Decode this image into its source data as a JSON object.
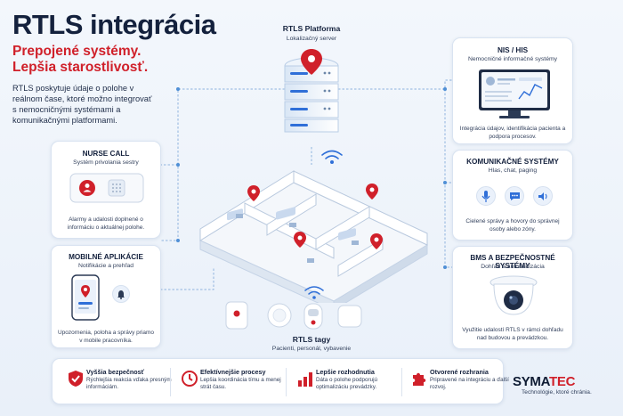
{
  "title": "RTLS integrácia",
  "subtitle1": "Prepojené systémy.",
  "subtitle2": "Lepšia starostlivosť.",
  "intro": "RTLS poskytuje údaje o polohe v reálnom čase, ktoré možno integrovať s nemocničnými systémami a komunikačnými platformami.",
  "platform": {
    "title": "RTLS Platforma",
    "subtitle": "Lokalizačný server"
  },
  "nurse_call": {
    "title": "NURSE CALL",
    "subtitle": "Systém privolania sestry",
    "desc": "Alarmy a udalosti doplnené o informáciu o aktuálnej polohe."
  },
  "mobile": {
    "title": "MOBILNÉ APLIKÁCIE",
    "subtitle": "Notifikácie a prehľad",
    "desc": "Upozornenia, poloha a správy priamo v mobile pracovníka."
  },
  "nis": {
    "title": "NIS / HIS",
    "subtitle": "Nemocničné informačné systémy",
    "desc": "Integrácia údajov, identifikácia pacienta a podpora procesov."
  },
  "comm": {
    "title": "KOMUNIKAČNÉ SYSTÉMY",
    "subtitle": "Hlas, chat, paging",
    "desc": "Cielené správy a hovory do správnej osoby alebo zóny."
  },
  "bms": {
    "title": "BMS A BEZPEČNOSTNÉ SYSTÉMY",
    "subtitle": "Dohľad a automatizácia",
    "desc": "Využitie udalostí RTLS v rámci dohľadu nad budovou a prevádzkou."
  },
  "tags": {
    "title": "RTLS tagy",
    "subtitle": "Pacienti, personál, vybavenie"
  },
  "benefits": [
    {
      "title": "Vyššia bezpečnosť",
      "desc": "Rýchlejšia reakcia vďaka presným informáciám."
    },
    {
      "title": "Efektívnejšie procesy",
      "desc": "Lepšia koordinácia tímu a menej strát času."
    },
    {
      "title": "Lepšie rozhodnutia",
      "desc": "Dáta o polohe podporujú optimalizáciu prevádzky."
    },
    {
      "title": "Otvorené rozhrania",
      "desc": "Pripravené na integráciu a ďalší rozvoj."
    }
  ],
  "brand": {
    "name_a": "SYMA",
    "name_b": "TEC",
    "tagline": "Technológie, ktoré chránia."
  },
  "colors": {
    "accent": "#d0202a",
    "navy": "#14213d",
    "line": "#7aa6d8"
  }
}
